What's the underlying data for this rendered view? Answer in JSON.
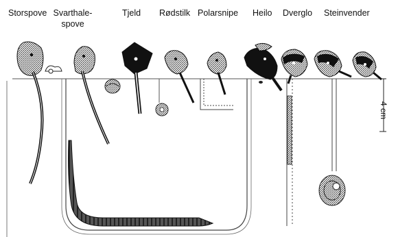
{
  "labels": {
    "storspove": "Storspove",
    "svarthalespove_line1": "Svarthale-",
    "svarthalespove_line2": "spove",
    "tjeld": "Tjeld",
    "rodstilk": "Rødstilk",
    "polarsnipe": "Polarsnipe",
    "heilo": "Heilo",
    "dverglo": "Dverglo",
    "steinvender": "Steinvender"
  },
  "scale": {
    "label": "4 cm"
  },
  "colors": {
    "ink": "#1a1a1a",
    "background": "#ffffff",
    "mud_line": "#555555"
  }
}
